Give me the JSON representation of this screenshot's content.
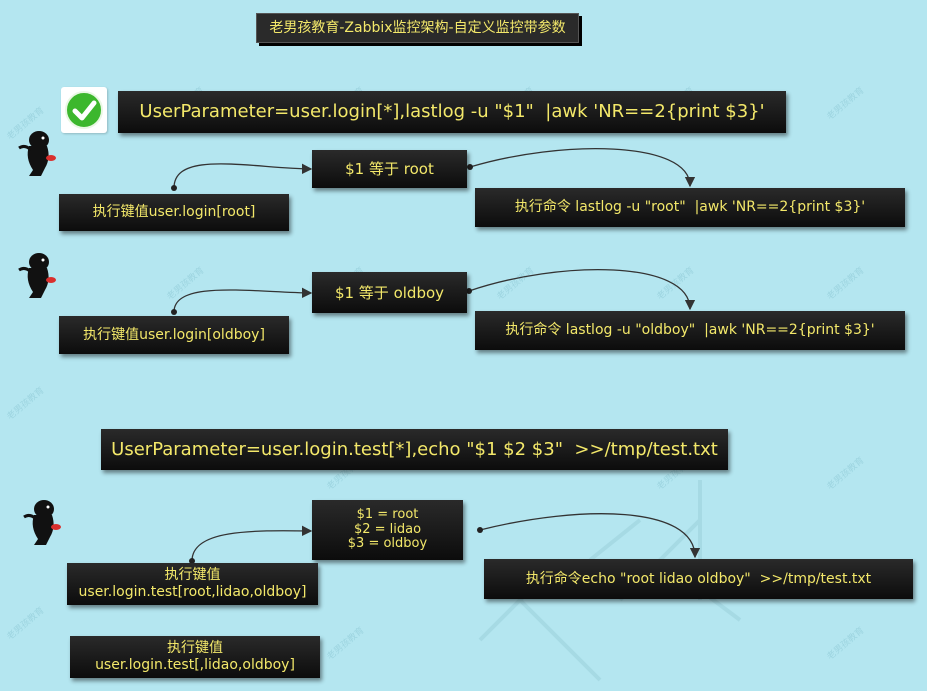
{
  "title": "老男孩教育-Zabbix监控架构-自定义监控带参数",
  "params": {
    "first": "UserParameter=user.login[*],lastlog -u \"$1\"  |awk 'NR==2{print $3}'",
    "second": "UserParameter=user.login.test[*],echo \"$1 $2 $3\"  >>/tmp/test.txt"
  },
  "scenarios": [
    {
      "key": "执行键值user.login[root]",
      "dollar": "$1 等于 root",
      "command": "执行命令 lastlog -u \"root\"  |awk 'NR==2{print $3}'"
    },
    {
      "key": "执行键值user.login[oldboy]",
      "dollar": "$1 等于 oldboy",
      "command": "执行命令 lastlog -u \"oldboy\"  |awk 'NR==2{print $3}'"
    },
    {
      "key": "执行键值\nuser.login.test[root,lidao,oldboy]",
      "dollar": "$1 = root\n$2 = lidao\n$3 = oldboy",
      "command": "执行命令echo \"root lidao oldboy\"  >>/tmp/test.txt"
    }
  ],
  "extra_key": "执行键值\nuser.login.test[,lidao,oldboy]",
  "icons": {
    "check": "check-icon",
    "mascot": "mascot-icon"
  },
  "colors": {
    "background": "#b4e6f0",
    "box": "#111111",
    "text": "#f3e86a",
    "check": "#3cb72d"
  }
}
